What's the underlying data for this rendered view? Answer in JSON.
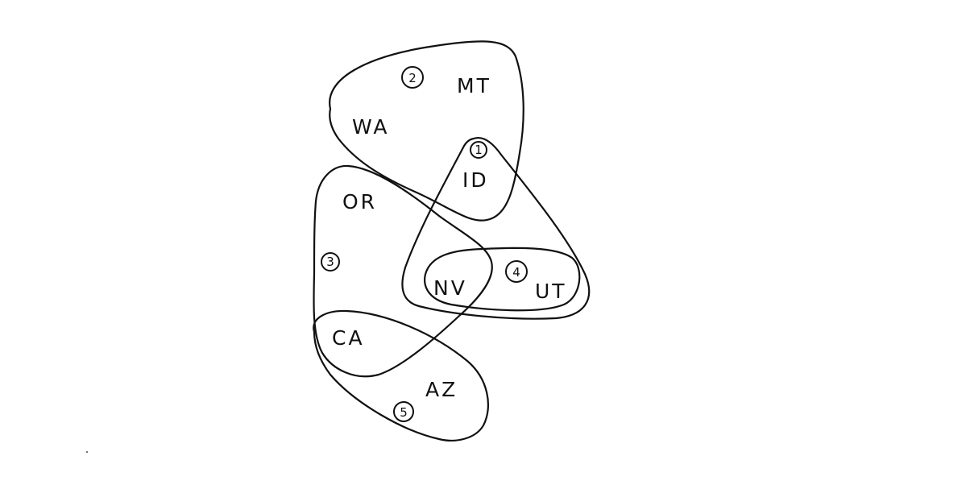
{
  "diagram": {
    "states": {
      "wa": "WA",
      "mt": "MT",
      "id": "ID",
      "or": "OR",
      "nv": "NV",
      "ut": "UT",
      "ca": "CA",
      "az": "AZ"
    },
    "groups": [
      {
        "number": "1",
        "members": [
          "ID",
          "NV",
          "UT"
        ]
      },
      {
        "number": "2",
        "members": [
          "WA",
          "MT",
          "ID"
        ]
      },
      {
        "number": "3",
        "members": [
          "OR",
          "NV",
          "CA"
        ]
      },
      {
        "number": "4",
        "members": [
          "NV",
          "UT"
        ]
      },
      {
        "number": "5",
        "members": [
          "CA",
          "AZ"
        ]
      }
    ]
  }
}
